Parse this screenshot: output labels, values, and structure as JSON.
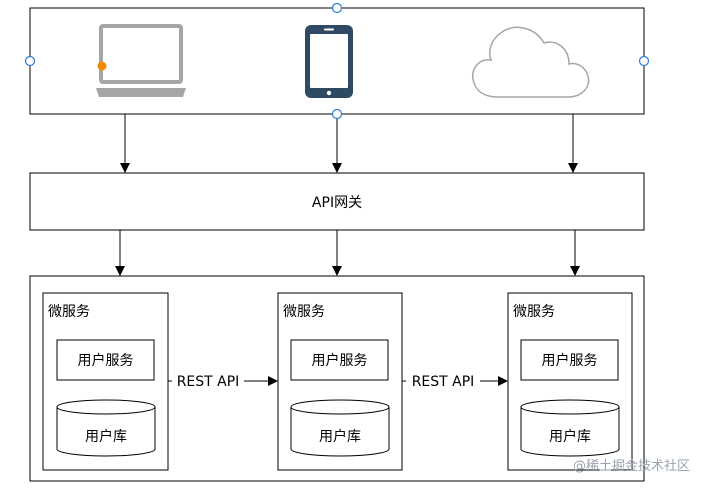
{
  "gateway": {
    "label": "API网关"
  },
  "microservices": [
    {
      "title": "微服务",
      "service": "用户服务",
      "db": "用户库"
    },
    {
      "title": "微服务",
      "service": "用户服务",
      "db": "用户库"
    },
    {
      "title": "微服务",
      "service": "用户服务",
      "db": "用户库"
    }
  ],
  "links": [
    {
      "label": "REST API"
    },
    {
      "label": "REST API"
    }
  ],
  "clients": [
    {
      "icon": "laptop-icon"
    },
    {
      "icon": "mobile-phone-icon"
    },
    {
      "icon": "cloud-icon"
    }
  ],
  "colors": {
    "stroke": "#000000",
    "icon_gray": "#a6a6a6",
    "phone_fill": "#2f4a64",
    "accent_orange": "#f08a00",
    "handle_blue": "#2b7bd6"
  },
  "watermark": "@稀土掘金技术社区"
}
